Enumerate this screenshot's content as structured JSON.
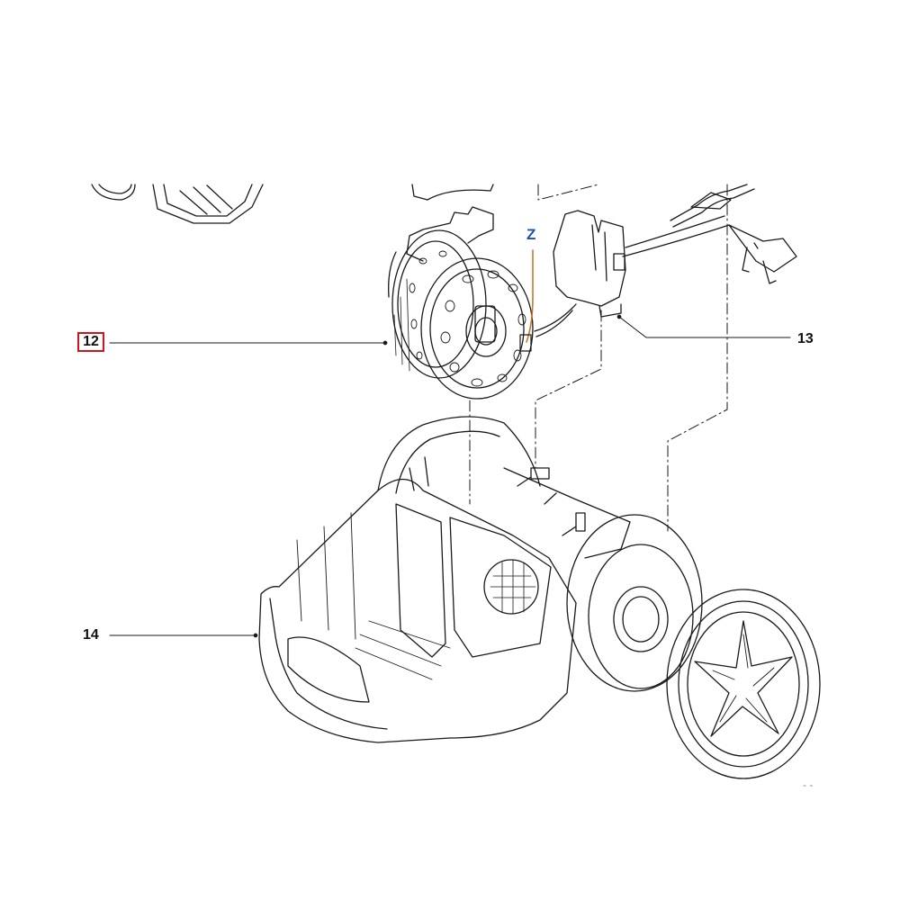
{
  "callouts": {
    "part_12": "12",
    "part_13": "13",
    "part_14": "14",
    "wire_z": "Z",
    "corner_mark": "- -"
  },
  "colors": {
    "line": "#1a1a1a",
    "highlight_box": "#d0141a",
    "z_label": "#1f4fa8",
    "wire": "#c9772c"
  }
}
